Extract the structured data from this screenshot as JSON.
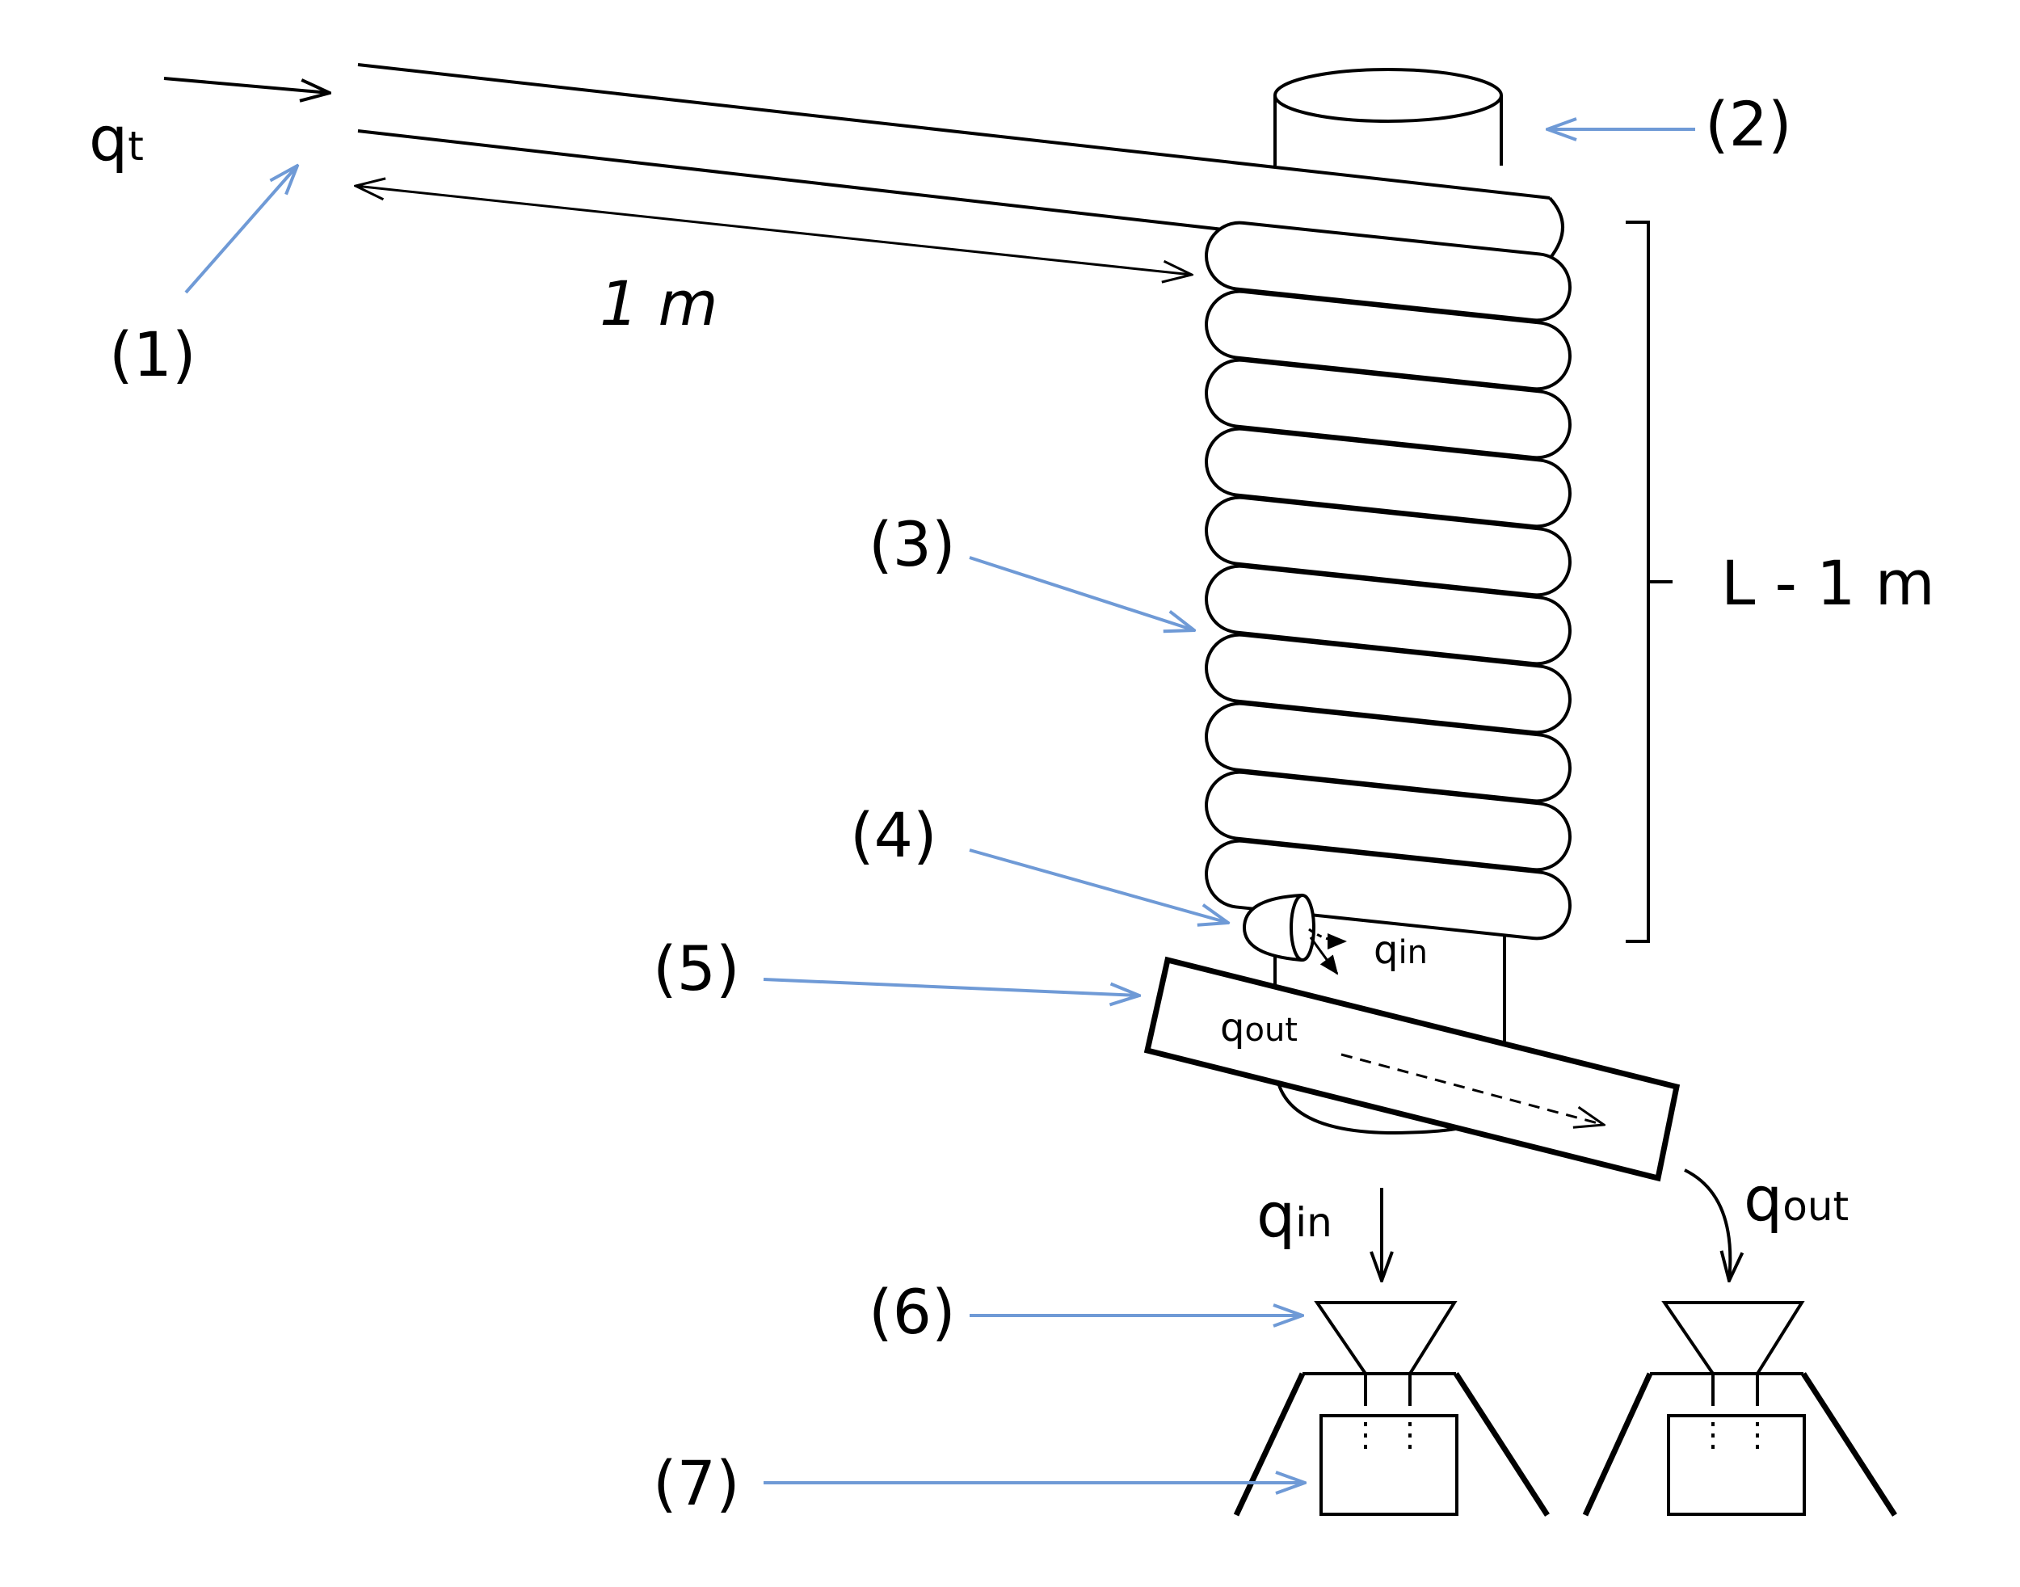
{
  "colors": {
    "line": "#000000",
    "callout": "#6f9ad6",
    "background": "#ffffff"
  },
  "labels": {
    "qt": {
      "base": "q",
      "sub": "t"
    },
    "n1": "(1)",
    "n2": "(2)",
    "n3": "(3)",
    "n4": "(4)",
    "n5": "(5)",
    "n6": "(6)",
    "n7": "(7)",
    "one_m": "1 m",
    "l_minus_1m": "L - 1 m",
    "qin_small": {
      "base": "q",
      "sub": "in"
    },
    "qout_small": {
      "base": "q",
      "sub": "out"
    },
    "qin": {
      "base": "q",
      "sub": "in"
    },
    "qout": {
      "base": "q",
      "sub": "out"
    }
  }
}
